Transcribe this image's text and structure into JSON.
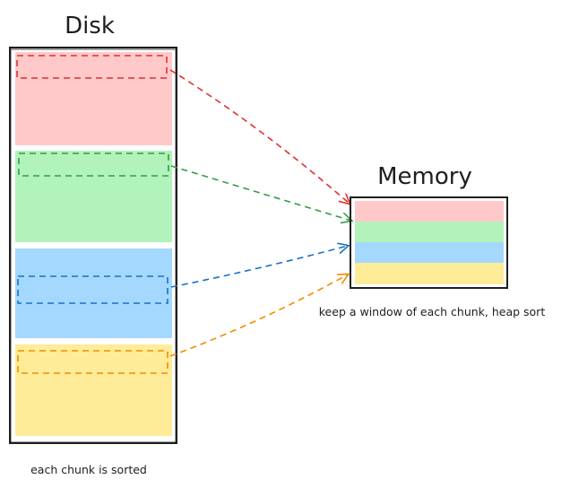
{
  "disk": {
    "title": "Disk",
    "caption": "each chunk is sorted",
    "chunks": [
      {
        "name": "red",
        "fill": "#ffc9c9",
        "stroke": "#e03131"
      },
      {
        "name": "green",
        "fill": "#b2f2bb",
        "stroke": "#2f9e44"
      },
      {
        "name": "blue",
        "fill": "#a5d8ff",
        "stroke": "#1971c2"
      },
      {
        "name": "yellow",
        "fill": "#ffec99",
        "stroke": "#f08c00"
      }
    ]
  },
  "memory": {
    "title": "Memory",
    "caption": "keep a window of each chunk, heap sort"
  }
}
